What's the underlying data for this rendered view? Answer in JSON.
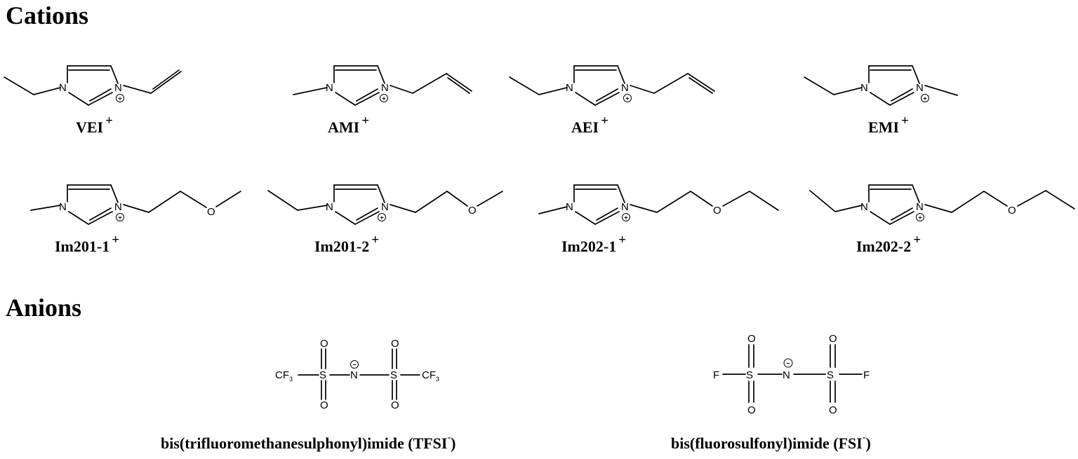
{
  "sections": {
    "cations": "Cations",
    "anions": "Anions"
  },
  "atoms": {
    "n": "N",
    "o": "O",
    "s": "S",
    "f": "F",
    "cf3": "CF",
    "cf3_sub": "3",
    "plus": "+",
    "minus": "−"
  },
  "cations": [
    {
      "name": "VEI",
      "charge": "+"
    },
    {
      "name": "AMI",
      "charge": "+"
    },
    {
      "name": "AEI",
      "charge": "+"
    },
    {
      "name": "EMI",
      "charge": "+"
    },
    {
      "name": "Im201-1",
      "charge": "+"
    },
    {
      "name": "Im201-2",
      "charge": "+"
    },
    {
      "name": "Im202-1",
      "charge": "+"
    },
    {
      "name": "Im202-2",
      "charge": "+"
    }
  ],
  "anions": [
    {
      "name": "bis(trifluoromethanesulphonyl)imide (TFSI",
      "charge": "-",
      "close": ")"
    },
    {
      "name": "bis(fluorosulfonyl)imide (FSI",
      "charge": "-",
      "close": ")"
    }
  ]
}
